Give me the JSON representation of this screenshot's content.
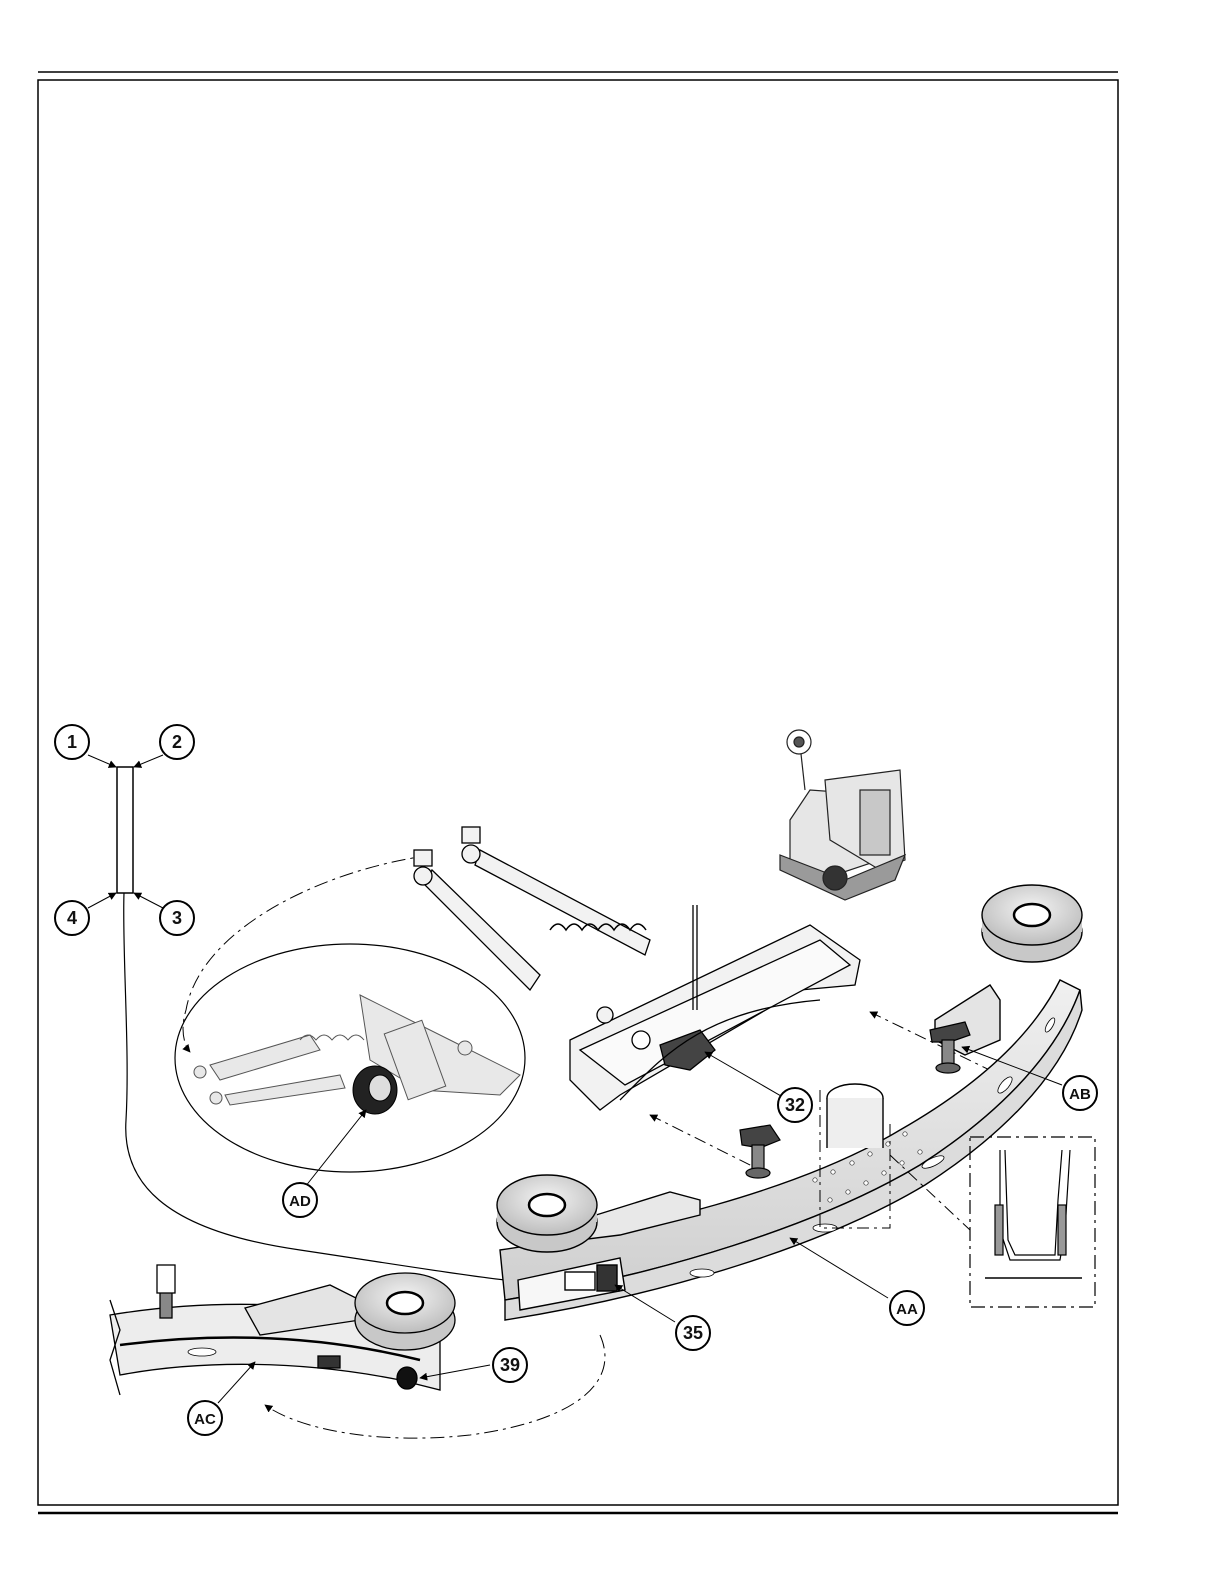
{
  "callouts": {
    "c1": "1",
    "c2": "2",
    "c3": "3",
    "c4": "4",
    "c32": "32",
    "c35": "35",
    "c39": "39",
    "cAA": "AA",
    "cAB": "AB",
    "cAC": "AC",
    "cAD": "AD"
  }
}
